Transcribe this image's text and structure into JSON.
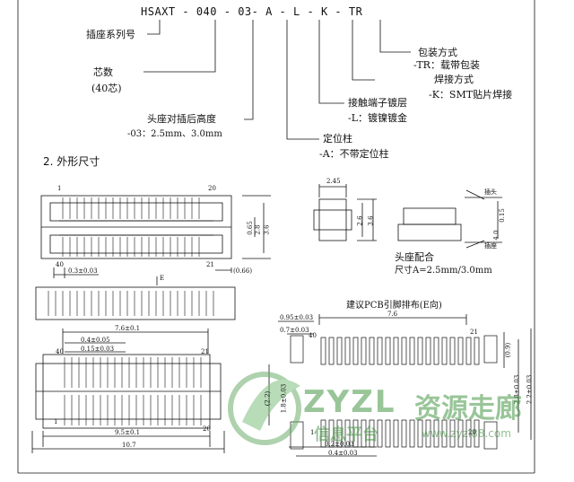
{
  "part_number": {
    "series": "HSAXT",
    "pins": "040",
    "height": "03",
    "post": "A",
    "plating": "L",
    "solder": "K",
    "pack": "TR"
  },
  "callouts": {
    "series_label": "插座系列号",
    "pins_label": "芯数",
    "pins_value": "(40芯)",
    "height_label": "头座对插后高度",
    "height_value": "-03：2.5mm、3.0mm",
    "post_label": "定位柱",
    "post_value": "-A：不带定位柱",
    "plating_label": "接触端子镀层",
    "plating_value": "-L：镀镍镀金",
    "solder_label": "焊接方式",
    "solder_value": "-K：SMT贴片焊接",
    "pack_label": "包装方式",
    "pack_value": "-TR：载带包装"
  },
  "section_title": "2. 外形尺寸",
  "top_view": {
    "pin1": "1",
    "pin20": "20",
    "pin40": "40",
    "pin21": "21",
    "dim_pitch": "0.3±0.03",
    "dim_a": "0.65",
    "dim_b": "2.8",
    "dim_c": "3.6",
    "dim_d": "(0.66)"
  },
  "side_view": {
    "dim_w": "2.45",
    "dim_a": "2.6",
    "dim_b": "3.6"
  },
  "mated_view": {
    "plug_label": "插头",
    "socket_label": "插座",
    "dim_a": "0.15",
    "dim_b": "4.0",
    "caption_1": "头座配合",
    "caption_2": "尺寸A=2.5mm/3.0mm"
  },
  "e_marker": "E",
  "bottom_left": {
    "dim_1": "7.6±0.1",
    "dim_2": "0.4±0.05",
    "dim_3": "0.15±0.03",
    "dim_4": "9.5±0.1",
    "dim_5": "10.7",
    "pin40": "40",
    "pin1": "1",
    "pin21": "21",
    "pin20": "20"
  },
  "pcb": {
    "title": "建议PCB引脚排布(E向)",
    "dim_1": "0.95±0.03",
    "dim_2": "7.6",
    "dim_3": "0.7±0.03",
    "dim_4": "0.2±0.03",
    "dim_5": "0.4±0.03",
    "dim_v1": "(0.9)",
    "dim_v2": "2.8±0.03",
    "dim_v3": "2.2±0.03",
    "dim_v4": "(2.2)",
    "dim_v5": "1.8±0.03",
    "pin40": "40",
    "pin21": "21",
    "pin1": "1",
    "pin20": "20"
  },
  "watermark": {
    "brand_latin": "ZYZL",
    "brand_cn": "资源走廊",
    "sub_cn": "信息平台",
    "url": "www.zyzl88.com"
  }
}
